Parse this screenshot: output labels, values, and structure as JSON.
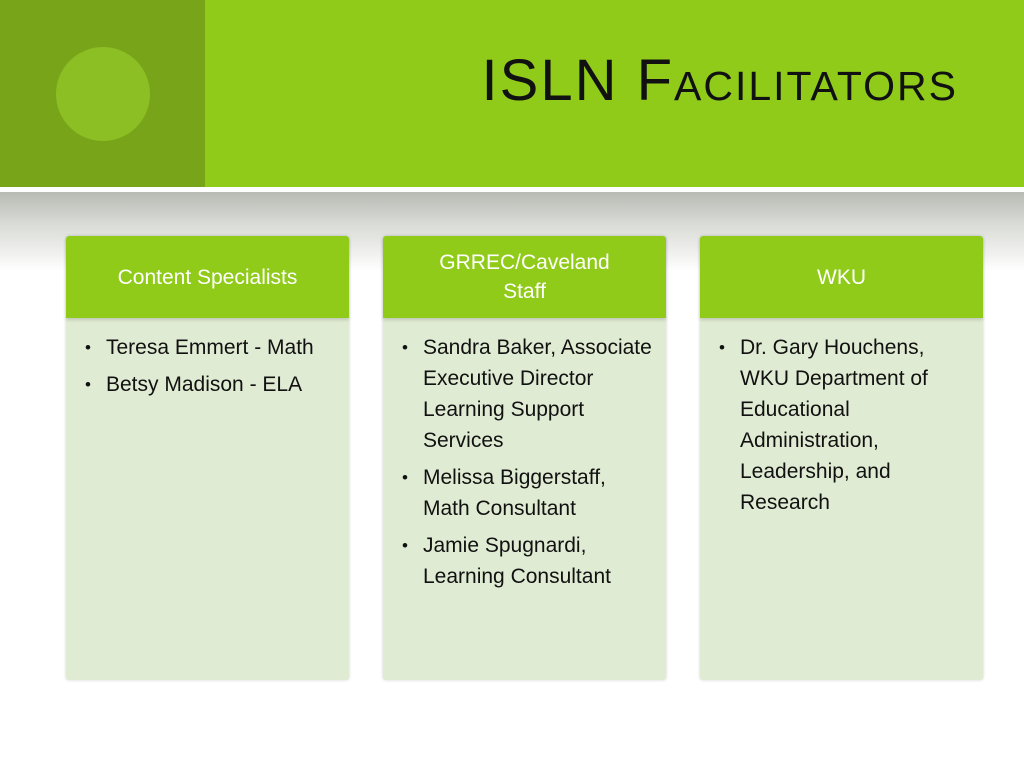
{
  "slide": {
    "title": "ISLN Facilitators",
    "colors": {
      "header_green": "#8fcb18",
      "header_dark_green": "#78a41a",
      "panel_background": "#e0ebd3",
      "header_text": "#ffffff"
    },
    "columns": [
      {
        "heading": "Content Specialists",
        "items": [
          "Teresa Emmert - Math",
          "Betsy Madison - ELA"
        ]
      },
      {
        "heading": "GRREC/Caveland Staff",
        "items": [
          "Sandra Baker, Associate Executive Director Learning Support Services",
          "Melissa Biggerstaff, Math Consultant",
          "Jamie Spugnardi, Learning Consultant"
        ]
      },
      {
        "heading": "WKU",
        "items": [
          "Dr. Gary Houchens, WKU Department of Educational Administration, Leadership, and Research"
        ]
      }
    ]
  }
}
